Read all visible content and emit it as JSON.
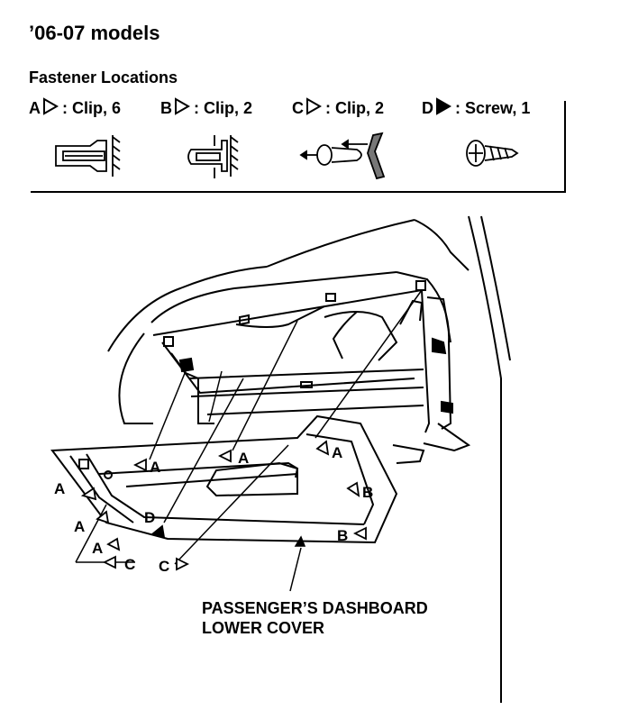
{
  "header": {
    "title": "’06-07 models",
    "subtitle": "Fastener Locations"
  },
  "legend": [
    {
      "letter": "A",
      "desc": ": Clip, 6",
      "filled": false,
      "icon": "clip-a-icon"
    },
    {
      "letter": "B",
      "desc": ": Clip, 2",
      "filled": false,
      "icon": "clip-b-icon"
    },
    {
      "letter": "C",
      "desc": ": Clip, 2",
      "filled": false,
      "icon": "clip-c-icon"
    },
    {
      "letter": "D",
      "desc": ": Screw, 1",
      "filled": true,
      "icon": "screw-icon"
    }
  ],
  "callouts": {
    "a1": "A",
    "a2": "A",
    "a3": "A",
    "a4": "A",
    "a5": "A",
    "a6": "A",
    "b1": "B",
    "b2": "B",
    "c1": "C",
    "c2": "C",
    "d1": "D"
  },
  "caption": {
    "line1": "PASSENGER’S DASHBOARD",
    "line2": "LOWER COVER"
  }
}
